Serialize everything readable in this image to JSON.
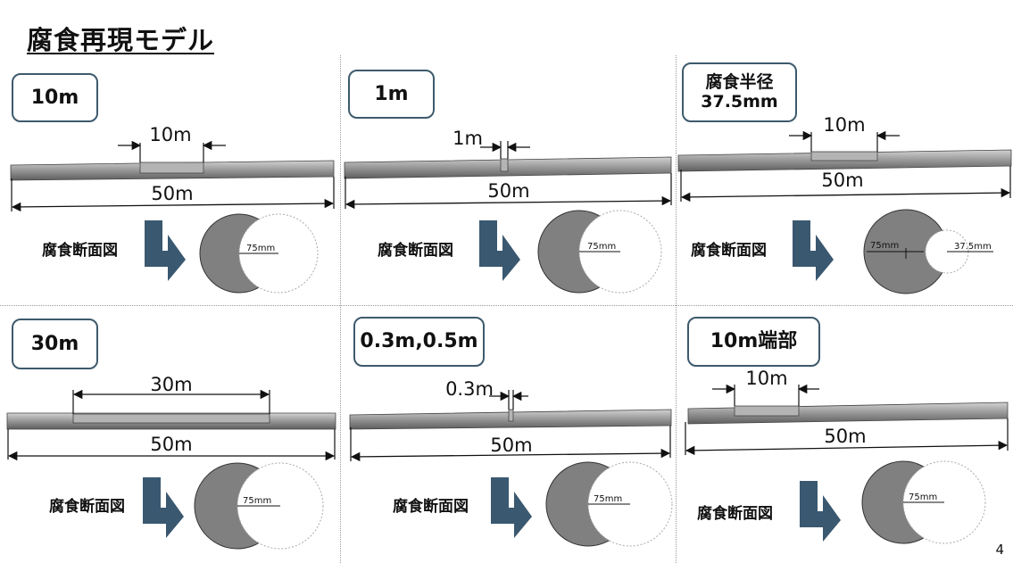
{
  "title": "腐食再現モデル",
  "page_number": "4",
  "colors": {
    "arrow": "#3a5870",
    "box_border": "#3d5a6c",
    "section_fill": "#808080",
    "pipe": "#9a9a9a"
  },
  "panels": [
    {
      "label": "10m",
      "corrosion_length": "10m",
      "total_length": "50m",
      "section_title": "腐食断面図",
      "radius_label": "75mm"
    },
    {
      "label": "1m",
      "corrosion_length": "1m",
      "total_length": "50m",
      "section_title": "腐食断面図",
      "radius_label": "75mm"
    },
    {
      "label": "腐食半径\n37.5mm",
      "corrosion_length": "10m",
      "total_length": "50m",
      "section_title": "腐食断面図",
      "radius_label": "75mm",
      "radius_label_2": "37.5mm"
    },
    {
      "label": "30m",
      "corrosion_length": "30m",
      "total_length": "50m",
      "section_title": "腐食断面図",
      "radius_label": "75mm"
    },
    {
      "label": "0.3m,0.5m",
      "corrosion_length": "0.3m",
      "total_length": "50m",
      "section_title": "腐食断面図",
      "radius_label": "75mm"
    },
    {
      "label": "10m端部",
      "corrosion_length": "10m",
      "total_length": "50m",
      "section_title": "腐食断面図",
      "radius_label": "75mm"
    }
  ]
}
